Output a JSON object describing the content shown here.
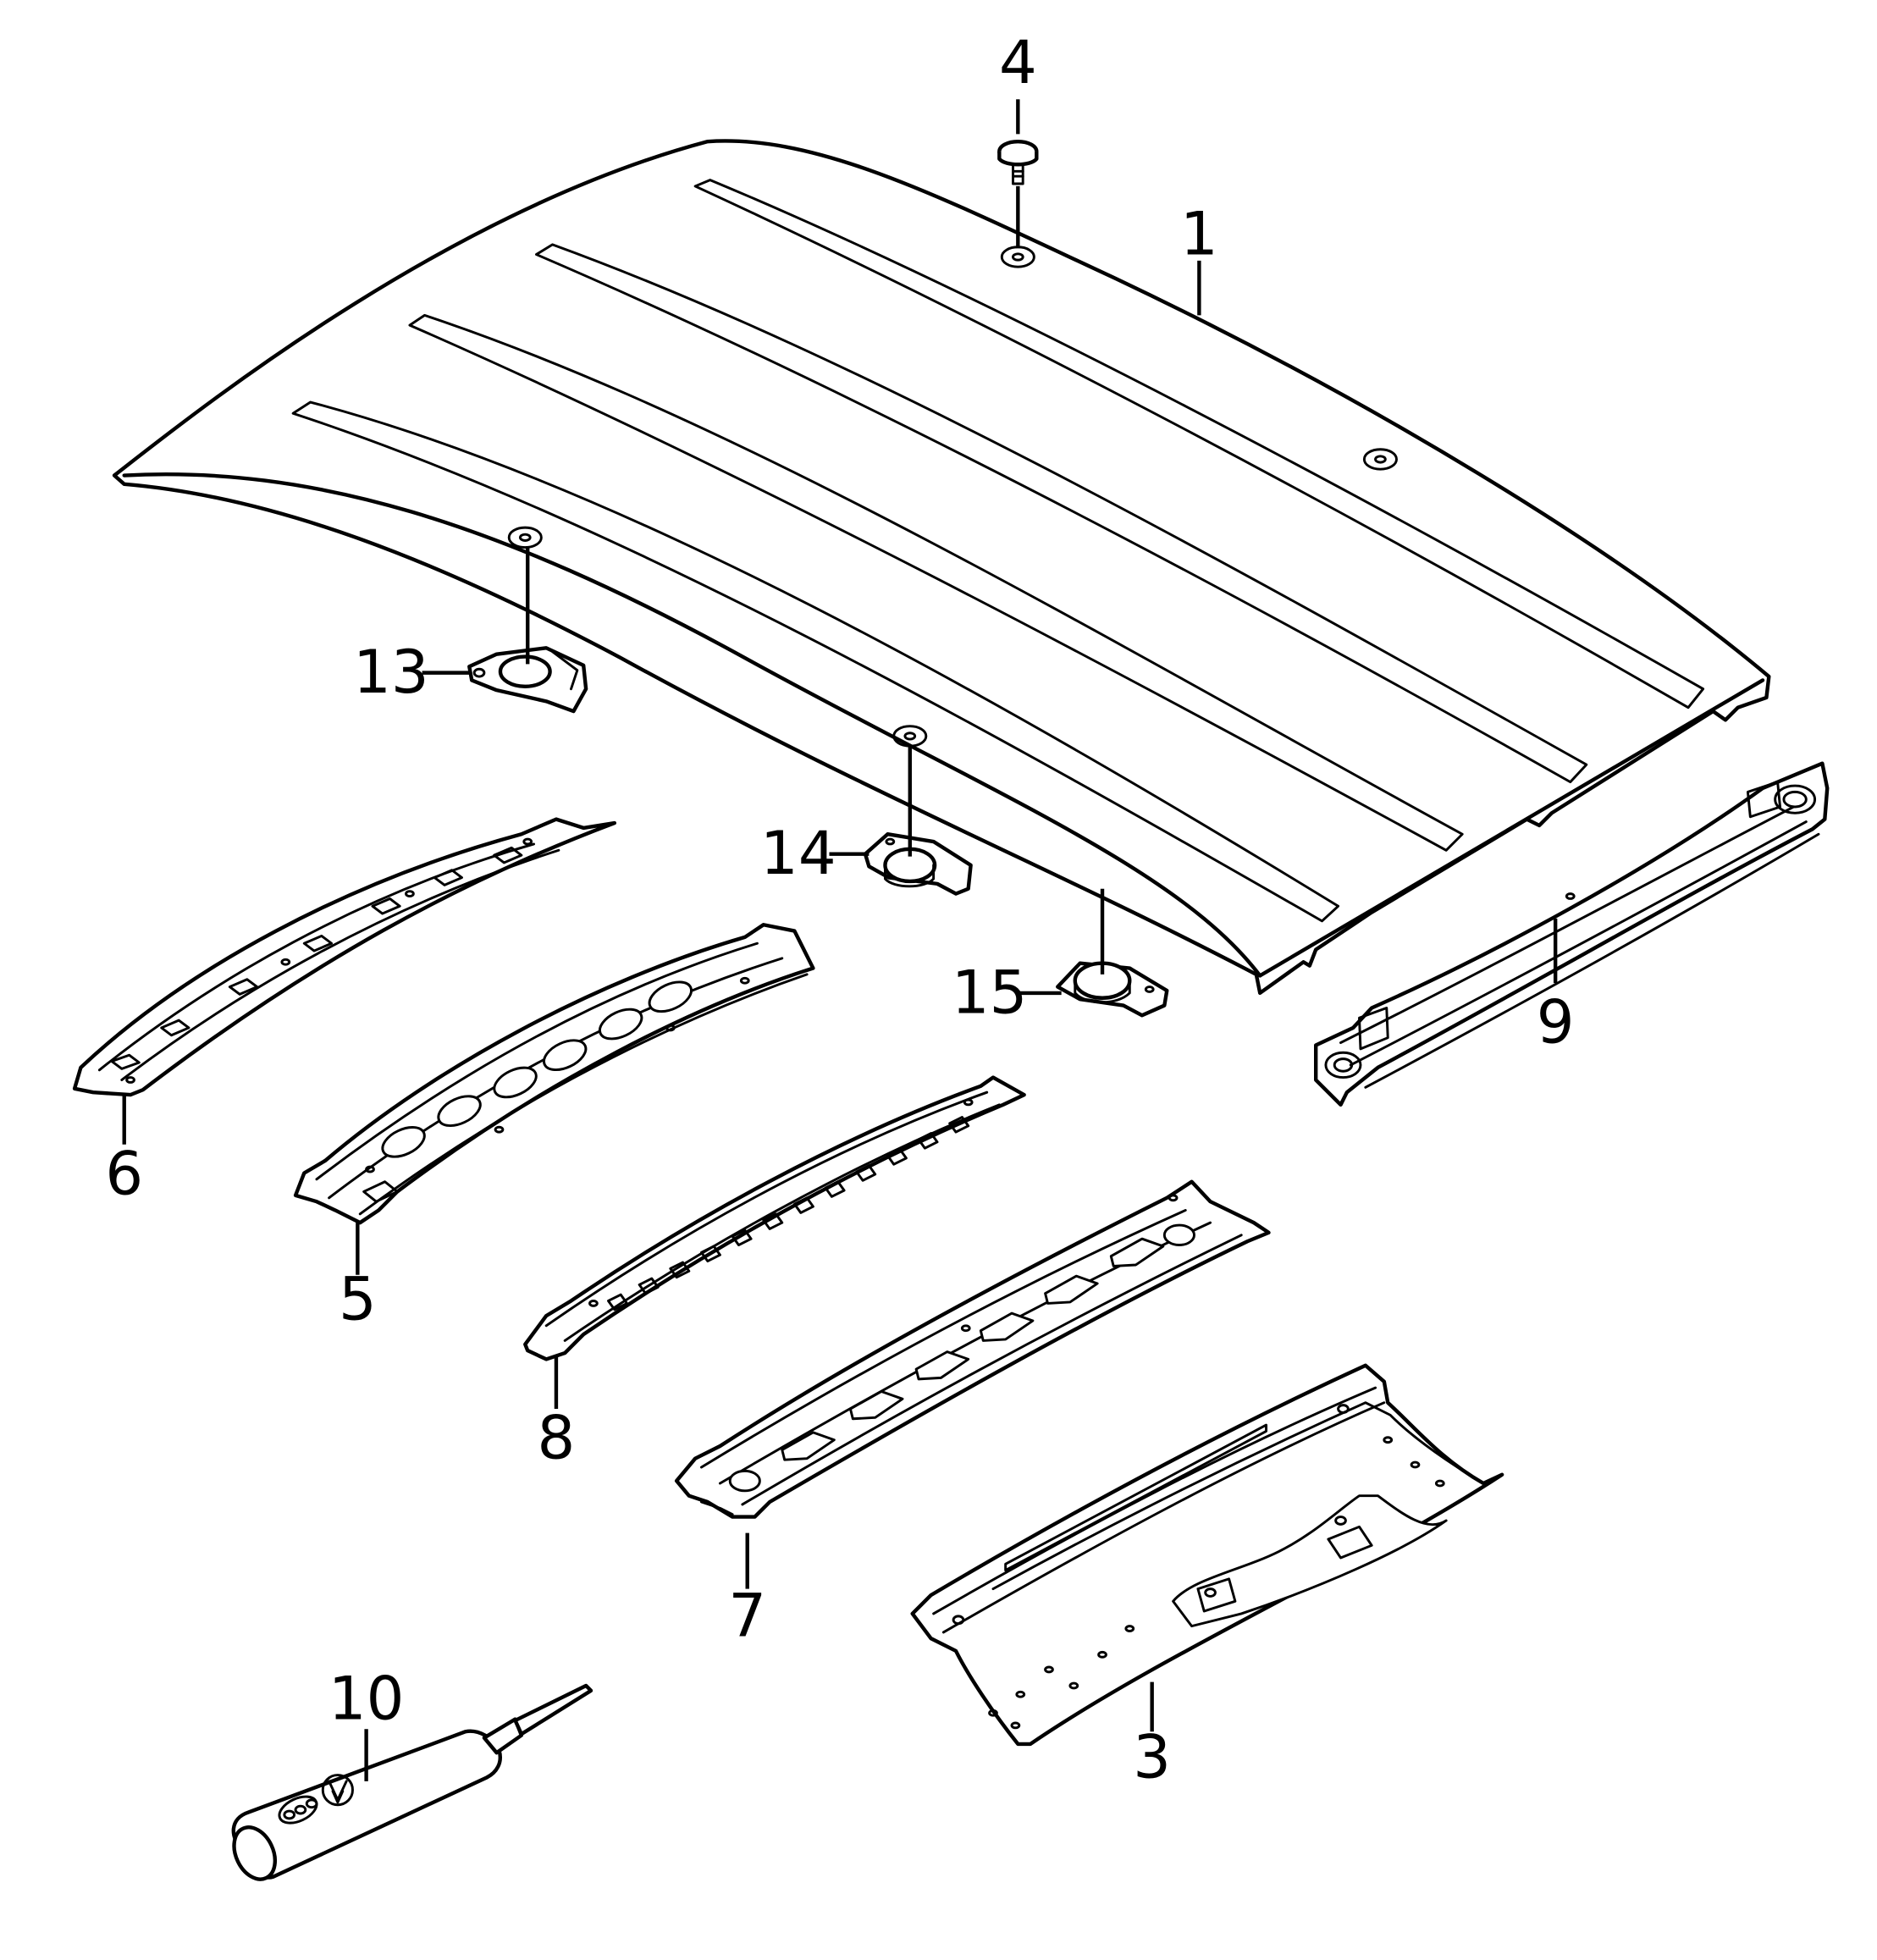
{
  "callouts": [
    {
      "id": "1",
      "label": "1"
    },
    {
      "id": "3",
      "label": "3"
    },
    {
      "id": "4",
      "label": "4"
    },
    {
      "id": "5",
      "label": "5"
    },
    {
      "id": "6",
      "label": "6"
    },
    {
      "id": "7",
      "label": "7"
    },
    {
      "id": "8",
      "label": "8"
    },
    {
      "id": "9",
      "label": "9"
    },
    {
      "id": "10",
      "label": "10"
    },
    {
      "id": "13",
      "label": "13"
    },
    {
      "id": "14",
      "label": "14"
    },
    {
      "id": "15",
      "label": "15"
    }
  ]
}
